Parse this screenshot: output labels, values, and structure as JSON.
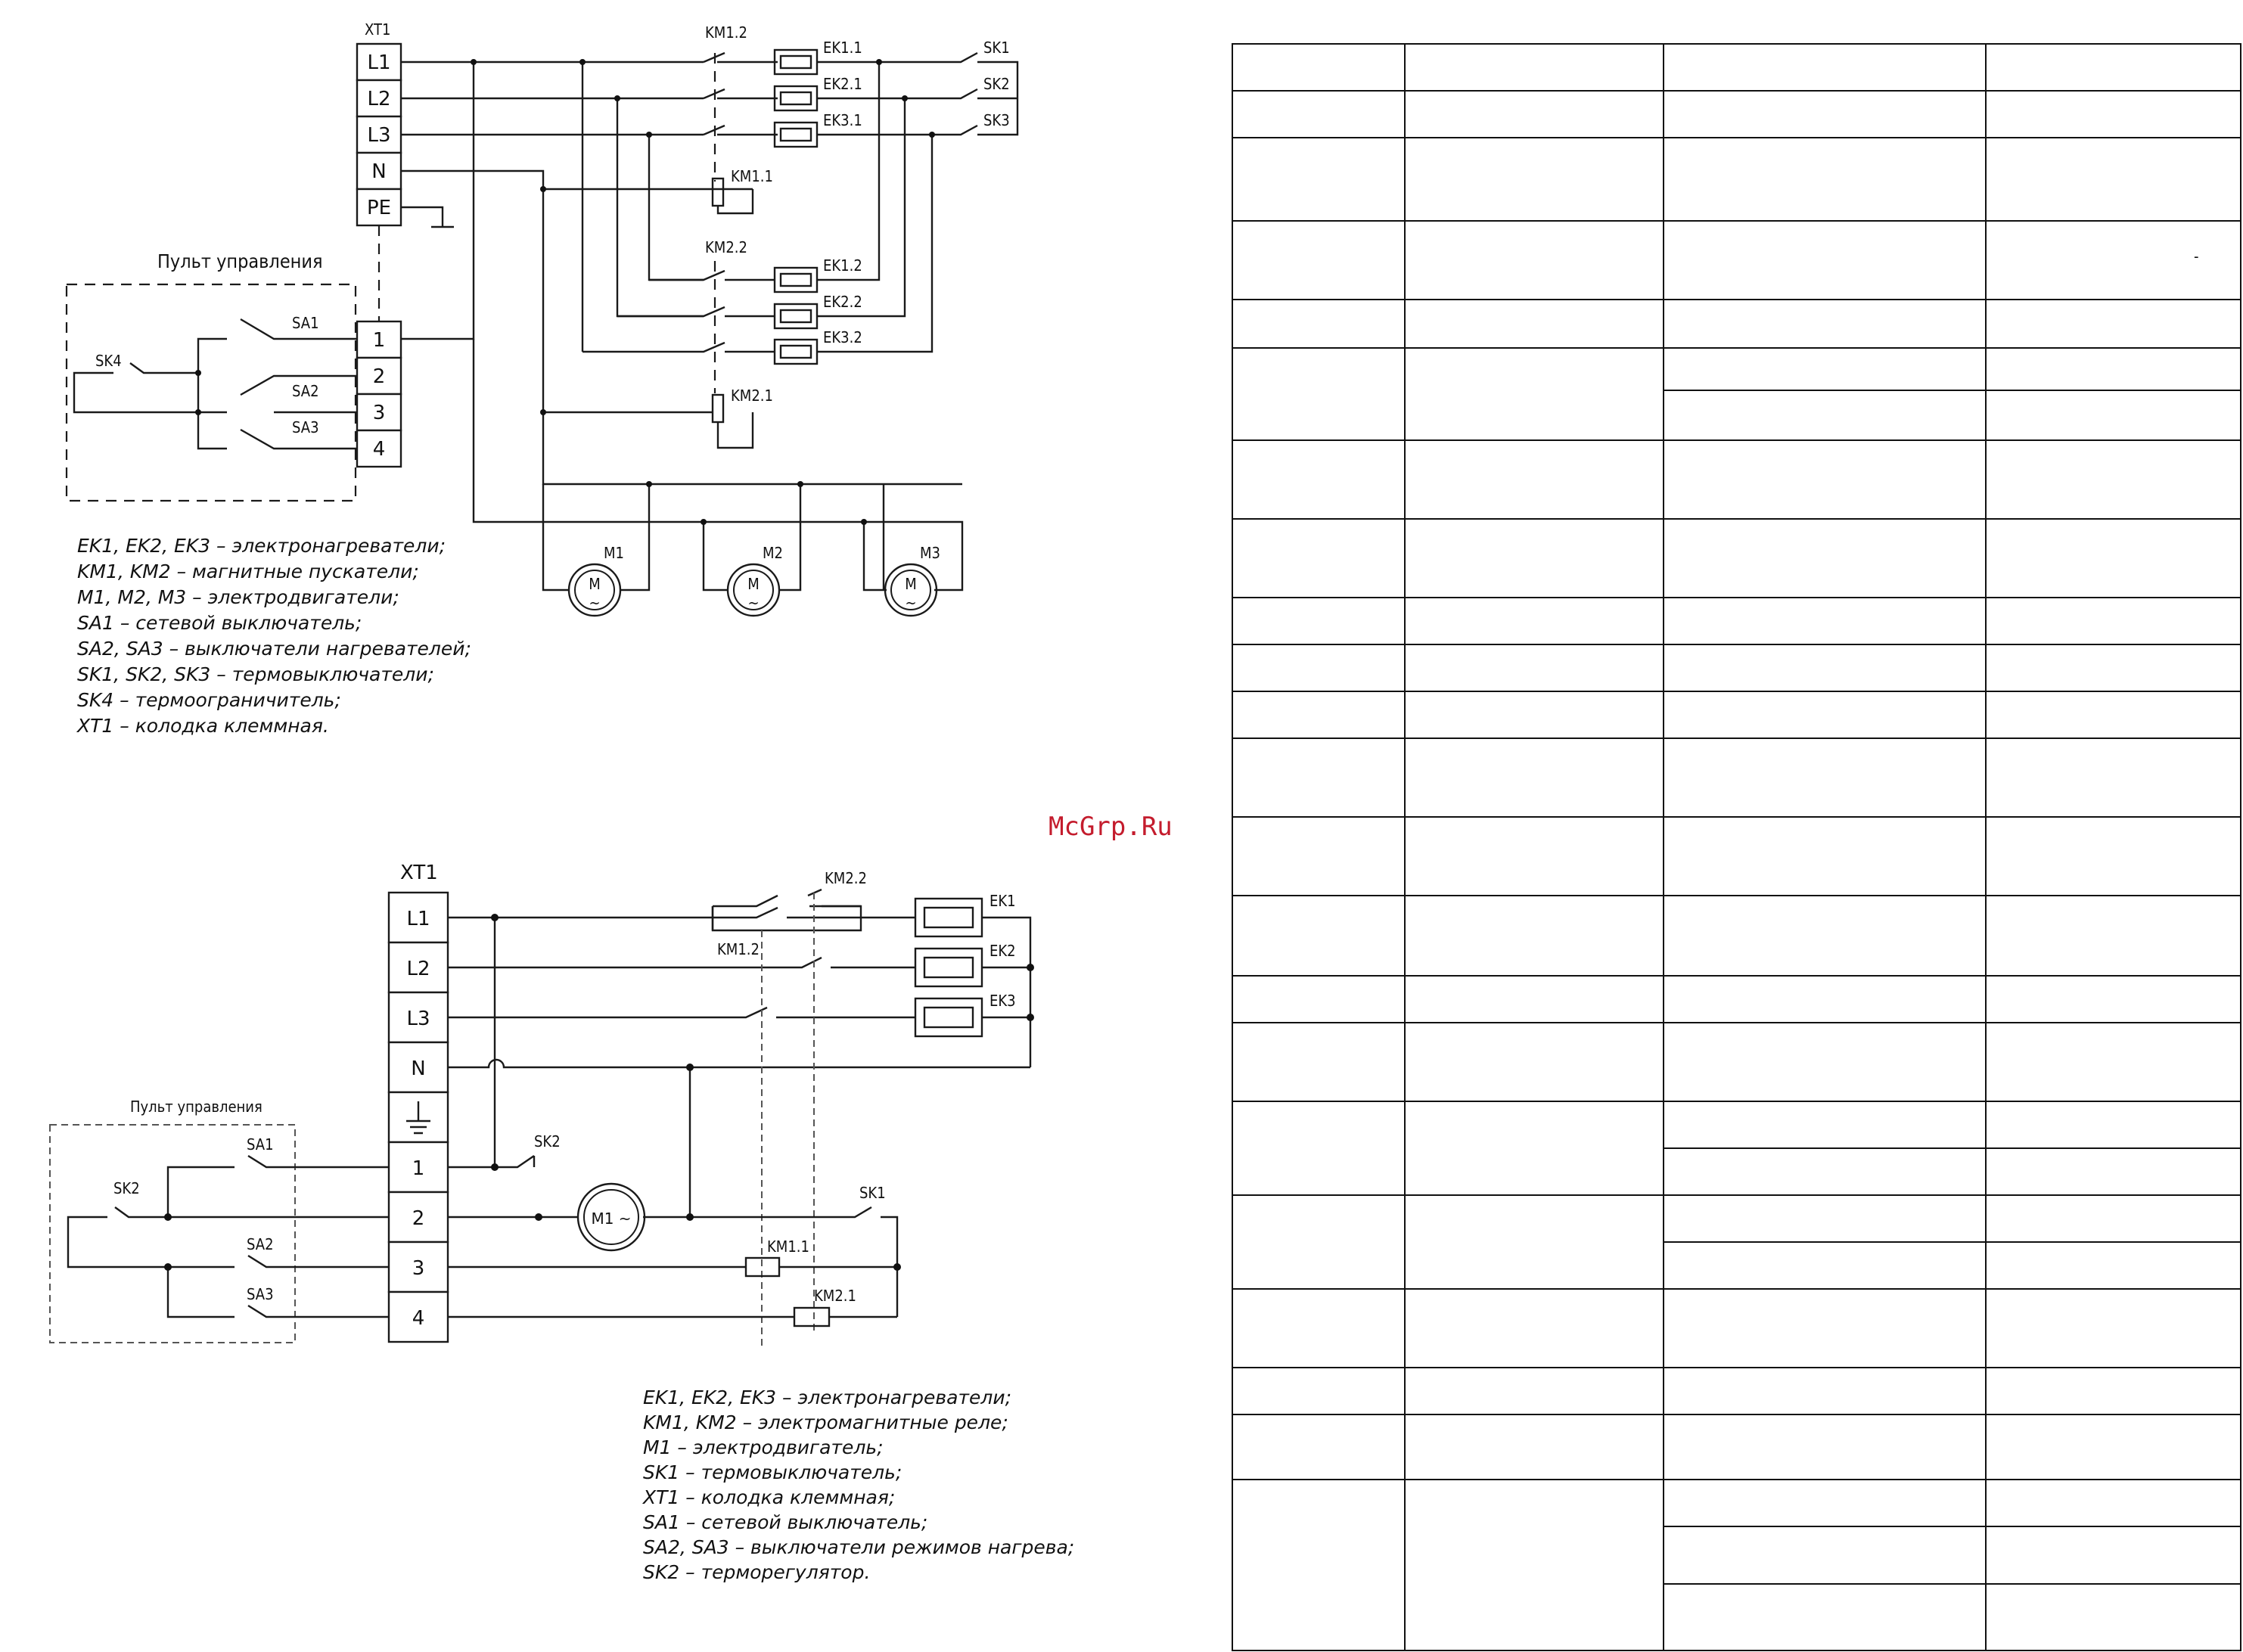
{
  "watermark": "McGrp.Ru",
  "diagram1": {
    "terminal_block": "XT1",
    "terminals_power": [
      "L1",
      "L2",
      "L3",
      "N",
      "PE"
    ],
    "terminals_control": [
      "1",
      "2",
      "3",
      "4"
    ],
    "panel_label": "Пульт управления",
    "labels": {
      "km12": "KM1.2",
      "km11": "KM1.1",
      "km22": "KM2.2",
      "km21": "KM2.1",
      "ek11": "EK1.1",
      "ek21": "EK2.1",
      "ek31": "EK3.1",
      "ek12": "EK1.2",
      "ek22": "EK2.2",
      "ek32": "EK3.2",
      "sk1": "SK1",
      "sk2": "SK2",
      "sk3": "SK3",
      "sk4": "SK4",
      "sa1": "SA1",
      "sa2": "SA2",
      "sa3": "SA3",
      "m1": "M1",
      "m2": "M2",
      "m3": "M3",
      "motor": "M",
      "tilde": "~"
    },
    "legend": [
      "EK1, EK2, EK3 – электронагреватели;",
      "KM1, KM2 – магнитные пускатели;",
      "M1, M2, M3 – электродвигатели;",
      "SA1 – сетевой выключатель;",
      "SA2, SA3 – выключатели нагревателей;",
      "SK1, SK2, SK3 – термовыключатели;",
      "SK4 – термоограничитель;",
      "XT1 – колодка клеммная."
    ]
  },
  "diagram2": {
    "terminal_block": "XT1",
    "terminals": [
      "L1",
      "L2",
      "L3",
      "N",
      "1",
      "2",
      "3",
      "4"
    ],
    "panel_label": "Пульт управления",
    "labels": {
      "km22": "KM2.2",
      "km12": "KM1.2",
      "km11": "KM1.1",
      "km21": "KM2.1",
      "ek1": "EK1",
      "ek2": "EK2",
      "ek3": "EK3",
      "sk1": "SK1",
      "sk2": "SK2",
      "sk2b": "SK2",
      "sa1": "SA1",
      "sa2": "SA2",
      "sa3": "SA3",
      "m1": "M1 ~"
    },
    "legend": [
      "EK1, EK2, EK3 – электронагреватели;",
      "KM1, KM2 – электромагнитные реле;",
      "M1 – электродвигатель;",
      "SK1 – термовыключатель;",
      "XT1 – колодка клеммная;",
      "SA1 – сетевой выключатель;",
      "SA2, SA3 – выключатели режимов нагрева;",
      "SK2 – терморегулятор."
    ]
  },
  "table": {
    "dash_mark": "-"
  }
}
